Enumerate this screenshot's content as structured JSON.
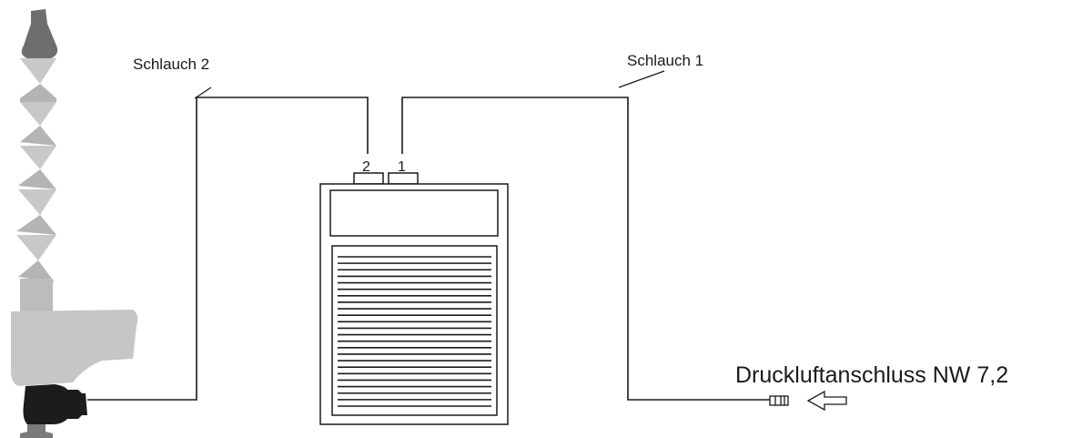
{
  "labels": {
    "hose2": "Schlauch 2",
    "hose1": "Schlauch 1",
    "port2": "2",
    "port1": "1",
    "air_connection": "Druckluftanschluss NW 7,2"
  },
  "colors": {
    "line": "#1a1a1a",
    "arm_light": "#c8c8c8",
    "arm_dark": "#6e6e6e",
    "coupling": "#1c1c1c"
  },
  "device": {
    "panel_line_count": 24
  }
}
